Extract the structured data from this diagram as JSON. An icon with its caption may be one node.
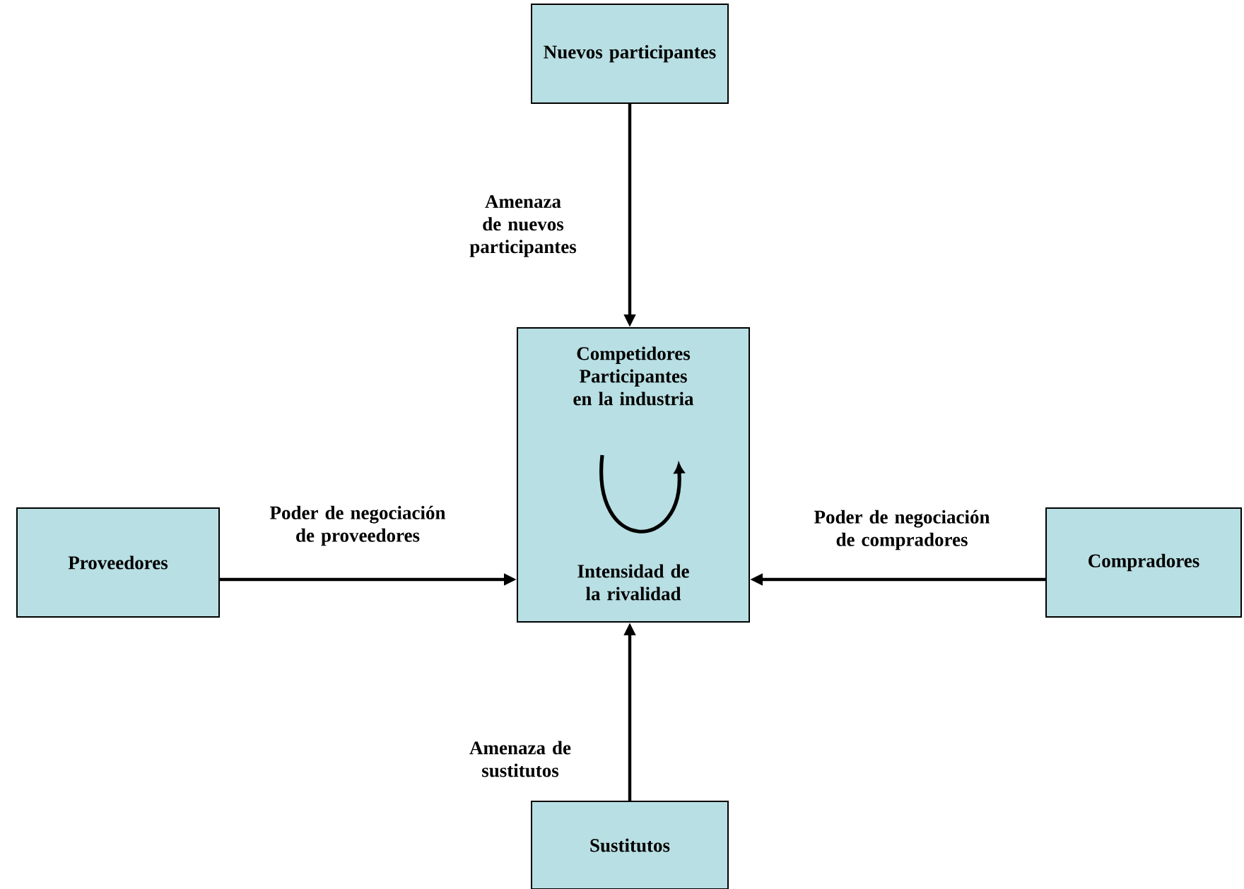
{
  "diagram": {
    "nodes": [
      {
        "text": [
          "Nuevos participantes"
        ]
      },
      {
        "text": [
          "Competidores Participantes en la industria",
          "Intensidad de la rivalidad"
        ]
      },
      {
        "text": [
          "Proveedores"
        ]
      },
      {
        "text": [
          "Compradores"
        ]
      },
      {
        "text": [
          "Sustitutos"
        ]
      }
    ],
    "edges": [
      {
        "from": 0,
        "to": 1,
        "arrow": "to",
        "label": "Amenaza de nuevos participantes"
      },
      {
        "from": 2,
        "to": 1,
        "arrow": "to",
        "label": "Poder de negociación de proveedores"
      },
      {
        "from": 3,
        "to": 1,
        "arrow": "to",
        "label": "Poder de negociación de compradores"
      },
      {
        "from": 4,
        "to": 1,
        "arrow": "to",
        "label": "Amenaza de sustitutos"
      }
    ]
  }
}
